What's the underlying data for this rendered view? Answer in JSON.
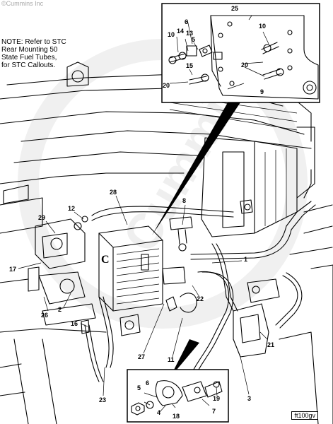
{
  "copyright": "©Cummins Inc",
  "watermark": "Cummins",
  "note": "NOTE: Refer to STC\nRear Mounting 50\nState Fuel Tubes,\nfor STC Callouts.",
  "figure_id": "ft100gv",
  "inset_top_labels": [
    "25",
    "6",
    "14",
    "13",
    "10",
    "10",
    "5",
    "20",
    "15",
    "20",
    "9"
  ],
  "main_labels": [
    "28",
    "8",
    "29",
    "12",
    "1",
    "17",
    "22",
    "2",
    "26",
    "16",
    "27",
    "11",
    "21",
    "23",
    "3"
  ],
  "inset_bottom_labels": [
    "6",
    "5",
    "4",
    "18",
    "7",
    "19"
  ]
}
